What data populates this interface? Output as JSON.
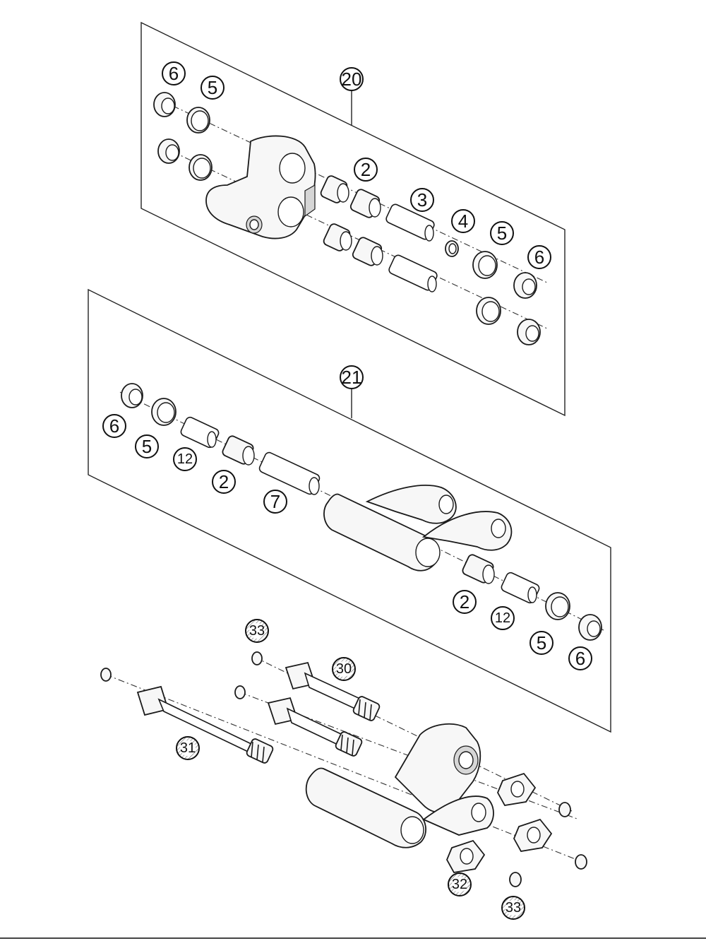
{
  "callouts": {
    "c20": "20",
    "c21": "21",
    "top_6a": "6",
    "top_5a": "5",
    "top_2": "2",
    "top_3": "3",
    "top_4": "4",
    "top_5b": "5",
    "top_6b": "6",
    "mid_6a": "6",
    "mid_5a": "5",
    "mid_12a": "12",
    "mid_2a": "2",
    "mid_7": "7",
    "mid_2b": "2",
    "mid_12b": "12",
    "mid_5b": "5",
    "mid_6b": "6",
    "bot_33a": "33",
    "bot_30": "30",
    "bot_31": "31",
    "bot_32": "32",
    "bot_33b": "33"
  },
  "colors": {
    "line": "#1a1a1a",
    "background": "#ffffff"
  }
}
